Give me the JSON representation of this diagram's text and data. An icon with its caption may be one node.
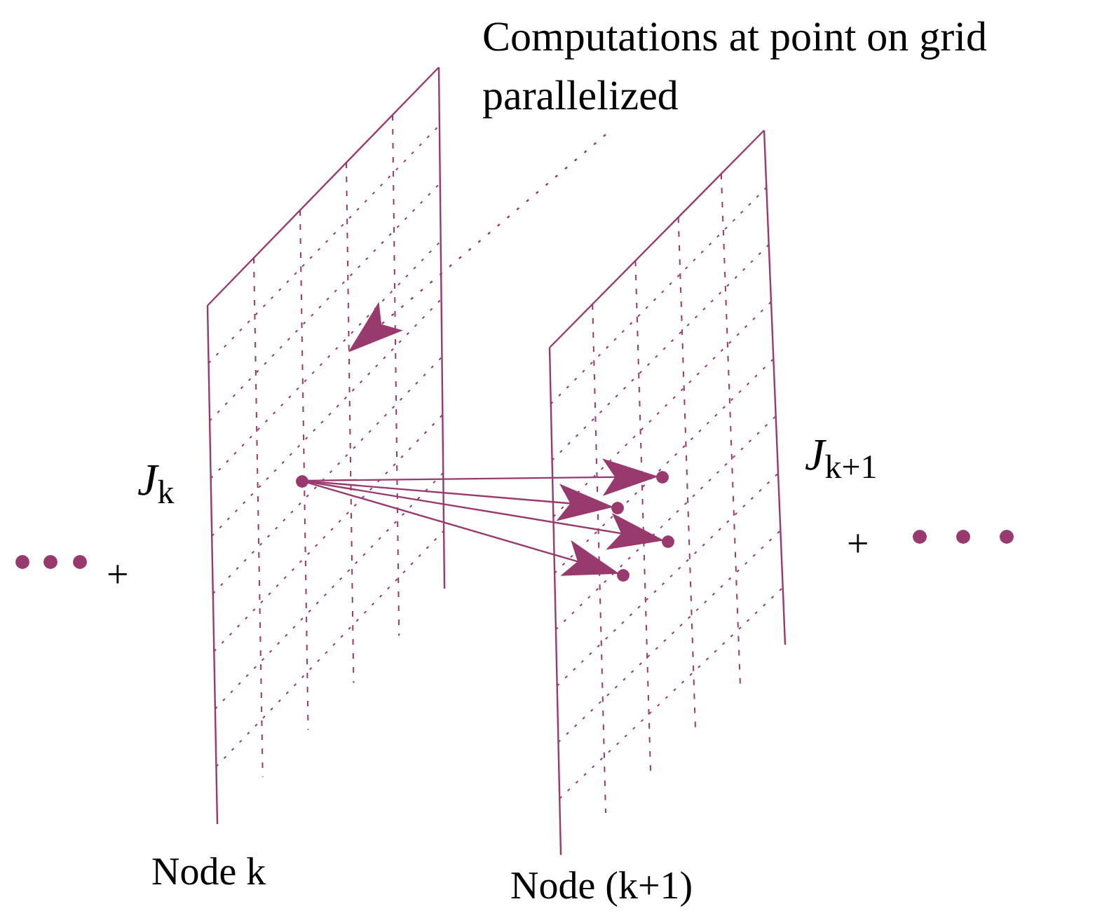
{
  "diagram": {
    "nodes": [
      {
        "text": [],
        "shape": "box",
        "beside": [
          "*J*$_{k}$",
          "Node k"
        ]
      },
      {
        "text": [],
        "shape": "box",
        "beside": [
          "*J*$_{k+1}$",
          "Node (k+1)"
        ]
      },
      {
        "text": [],
        "shape": "circle",
        "in": 0
      },
      {
        "text": [],
        "shape": "circle",
        "in": 1
      },
      {
        "text": [],
        "shape": "circle",
        "in": 1
      },
      {
        "text": [],
        "shape": "circle",
        "in": 1
      },
      {
        "text": [],
        "shape": "circle",
        "in": 1
      },
      {
        "text": [
          "Computations at point on grid parallelized"
        ]
      }
    ],
    "edges": [
      {
        "from": 2,
        "to": 3,
        "arrow": "to"
      },
      {
        "from": 2,
        "to": 4,
        "arrow": "to"
      },
      {
        "from": 2,
        "to": 5,
        "arrow": "to"
      },
      {
        "from": 2,
        "to": 6,
        "arrow": "to"
      },
      {
        "from": 7,
        "to": null,
        "arrow": "to",
        "style": "dashed"
      }
    ],
    "labels": [
      "+",
      "+"
    ]
  }
}
